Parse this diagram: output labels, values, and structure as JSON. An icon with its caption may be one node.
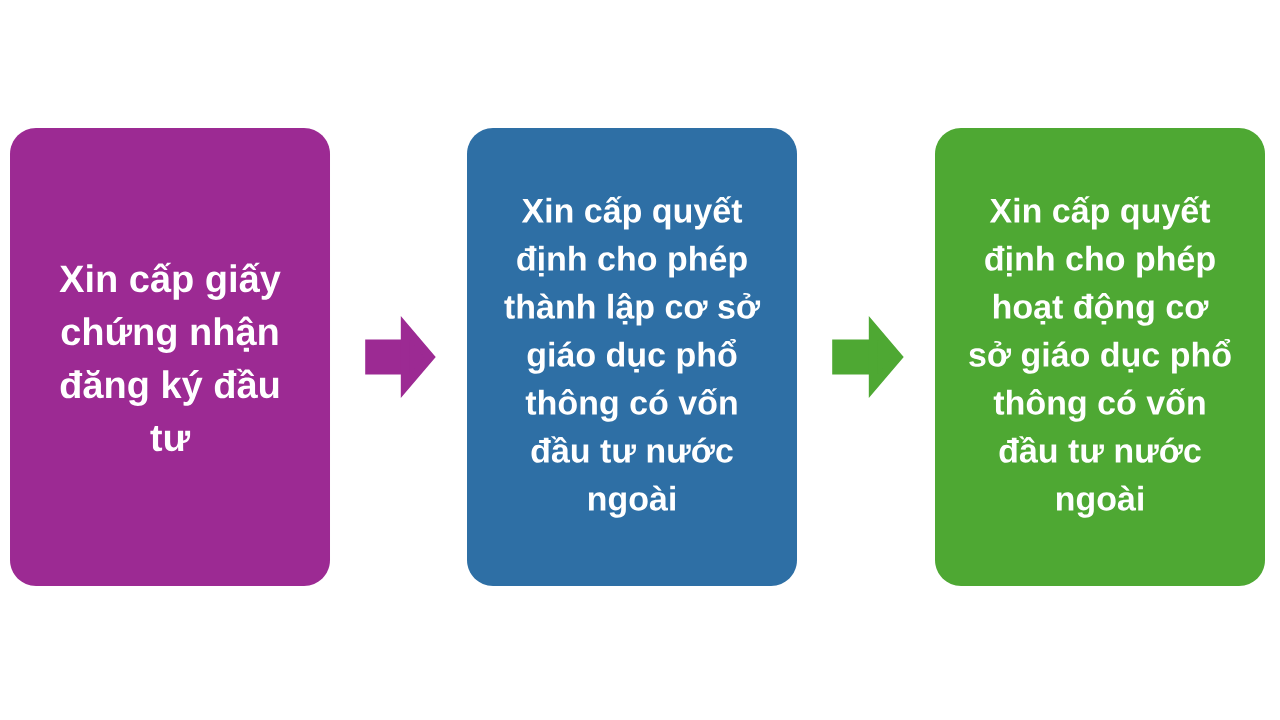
{
  "diagram": {
    "nodes": [
      {
        "text": [
          "Xin cấp giấy chứng nhận đăng ký đầu tư"
        ]
      },
      {
        "text": [
          "Xin cấp quyết định cho phép thành lập cơ sở giáo dục phổ thông có vốn đầu tư nước ngoài"
        ]
      },
      {
        "text": [
          "Xin cấp quyết định cho phép hoạt động cơ sở giáo dục phổ thông có vốn đầu tư nước ngoài"
        ]
      }
    ],
    "edges": [
      {
        "from": 0,
        "to": 1,
        "arrow": "to",
        "color": "#9c2a93"
      },
      {
        "from": 1,
        "to": 2,
        "arrow": "to",
        "color": "#4ea833"
      }
    ]
  }
}
